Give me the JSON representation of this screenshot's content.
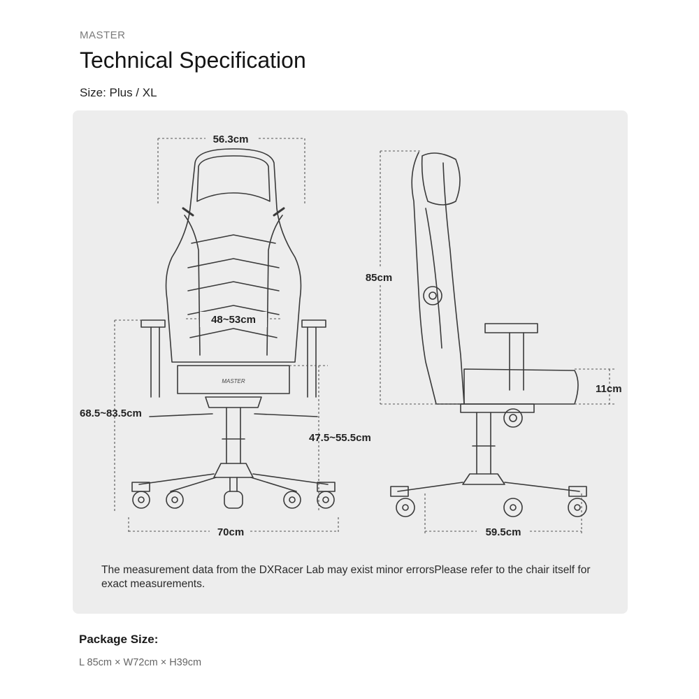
{
  "header": {
    "eyebrow": "MASTER",
    "title": "Technical Specification",
    "size": "Size: Plus / XL"
  },
  "diagram": {
    "front": {
      "width": "56.3cm",
      "seat_width": "48~53cm",
      "overall_height": "68.5~83.5cm",
      "seat_height": "47.5~55.5cm",
      "base_width": "70cm"
    },
    "side": {
      "backrest_height": "85cm",
      "seat_thickness": "11cm",
      "base_depth": "59.5cm"
    },
    "brand_mark": "MASTER"
  },
  "note": "The measurement data from the DXRacer Lab may exist minor errorsPlease refer to the chair itself for exact measurements.",
  "package": {
    "label": "Package Size:",
    "value": "L 85cm × W72cm × H39cm"
  }
}
